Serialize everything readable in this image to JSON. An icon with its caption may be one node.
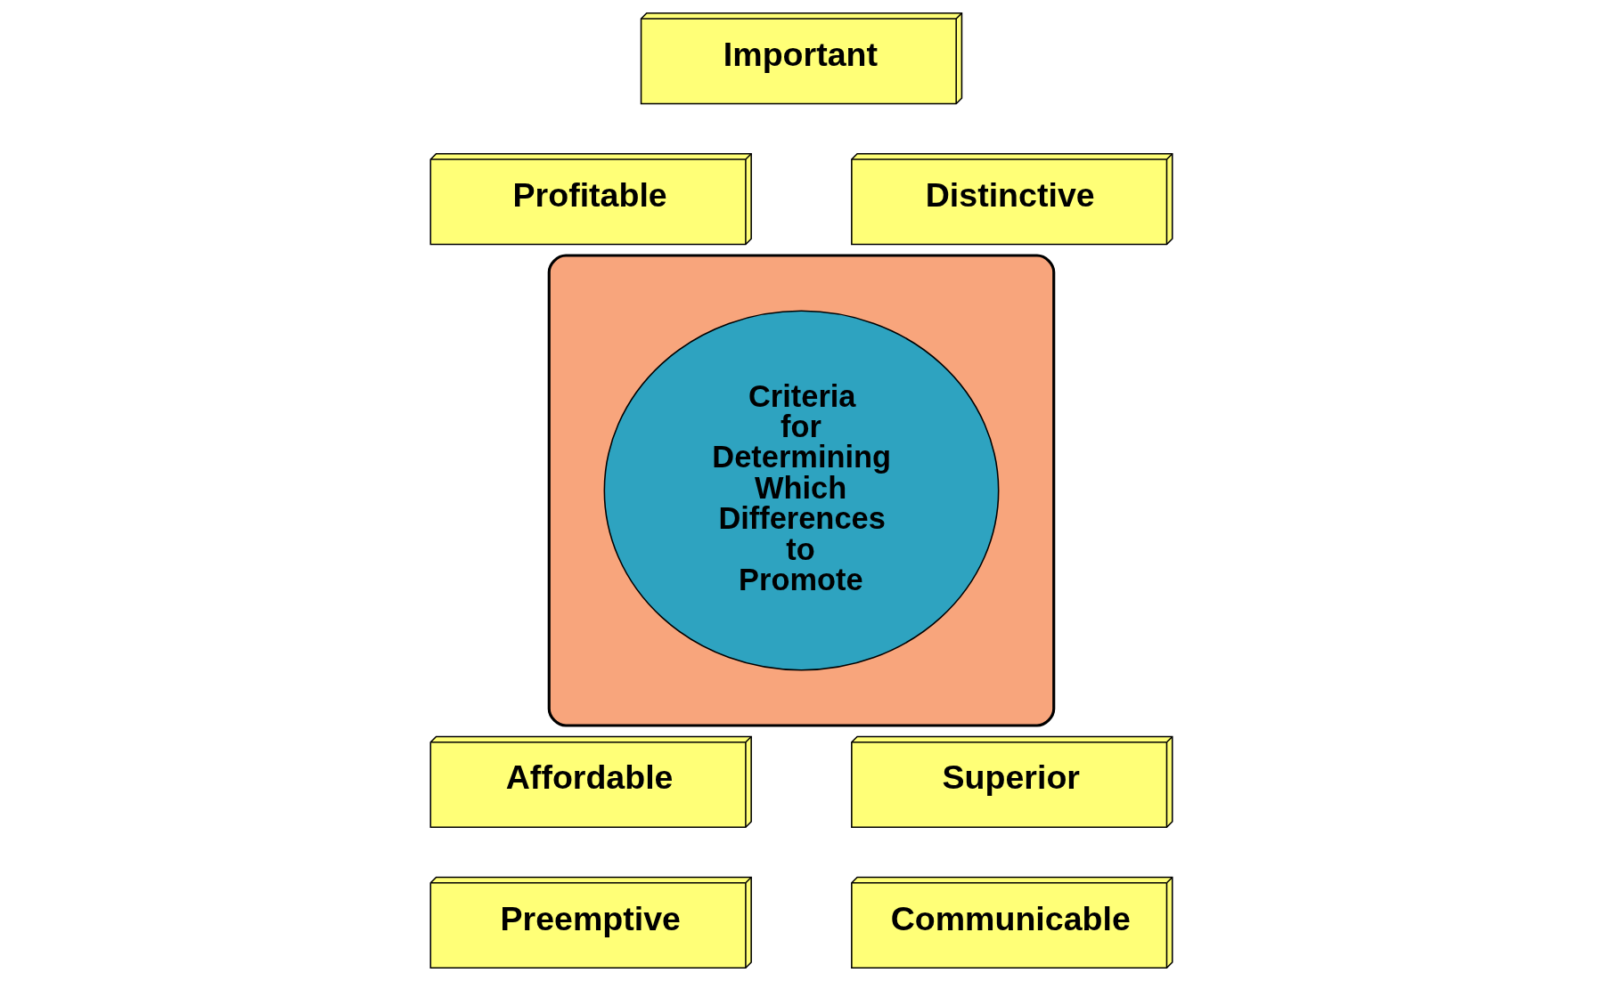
{
  "diagram": {
    "nodes": [
      {
        "text": [],
        "shape": "ellipse"
      },
      {
        "text": [
          "Important"
        ]
      },
      {
        "text": [
          "Profitable"
        ]
      },
      {
        "text": [
          "Distinctive"
        ]
      },
      {
        "text": [
          "Criteria for Determining Which Differences to Promote"
        ],
        "in": 0
      },
      {
        "text": [
          "Affordable"
        ]
      },
      {
        "text": [
          "Superior"
        ]
      },
      {
        "text": [
          "Preemptive"
        ]
      },
      {
        "text": [
          "Communicable"
        ]
      }
    ]
  }
}
